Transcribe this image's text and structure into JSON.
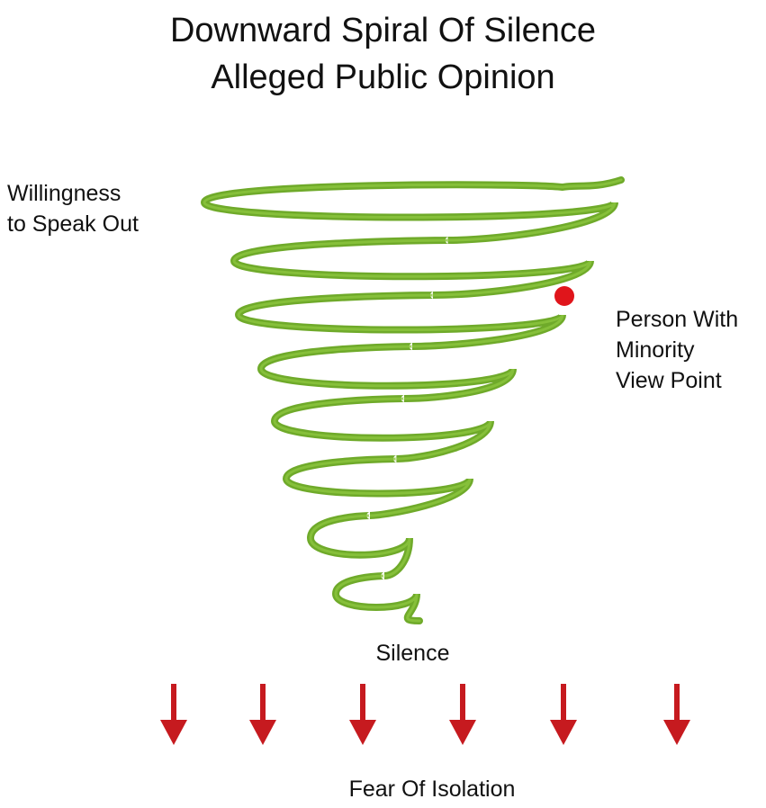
{
  "title": {
    "line1": "Downward Spiral Of Silence",
    "line2": "Alleged Public Opinion"
  },
  "labels": {
    "top_left_line1": "Willingness",
    "top_left_line2": "to Speak Out",
    "right_line1": "Person With",
    "right_line2": "Minority",
    "right_line3": "View Point",
    "bottom": "Silence",
    "footer": "Fear Of Isolation"
  },
  "colors": {
    "spiral": "#6faa2a",
    "spiral_highlight": "#8cc63f",
    "marker": "#e0151b",
    "arrow": "#c61a1f"
  },
  "icons": [
    "down-arrow-icon"
  ]
}
